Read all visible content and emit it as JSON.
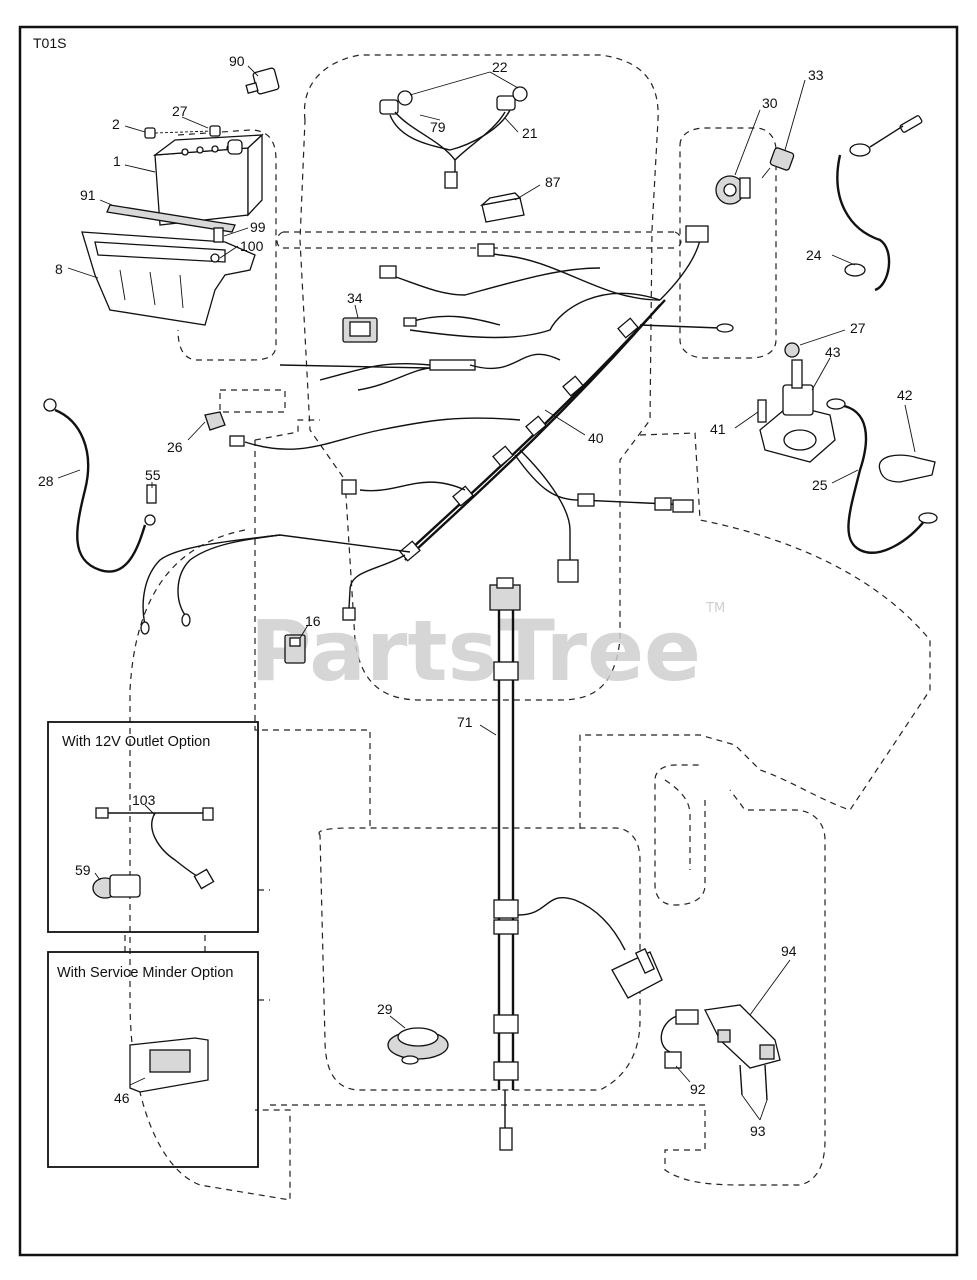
{
  "diagram": {
    "code": "T01S",
    "watermark": "PartsTree",
    "watermark_tm": "TM"
  },
  "callouts": [
    {
      "id": "90",
      "label": "90"
    },
    {
      "id": "22",
      "label": "22"
    },
    {
      "id": "33",
      "label": "33"
    },
    {
      "id": "2",
      "label": "2"
    },
    {
      "id": "27a",
      "label": "27"
    },
    {
      "id": "30",
      "label": "30"
    },
    {
      "id": "79",
      "label": "79"
    },
    {
      "id": "21",
      "label": "21"
    },
    {
      "id": "1",
      "label": "1"
    },
    {
      "id": "87",
      "label": "87"
    },
    {
      "id": "91",
      "label": "91"
    },
    {
      "id": "99",
      "label": "99"
    },
    {
      "id": "100",
      "label": "100"
    },
    {
      "id": "8",
      "label": "8"
    },
    {
      "id": "24",
      "label": "24"
    },
    {
      "id": "34",
      "label": "34"
    },
    {
      "id": "27b",
      "label": "27"
    },
    {
      "id": "43",
      "label": "43"
    },
    {
      "id": "42",
      "label": "42"
    },
    {
      "id": "41",
      "label": "41"
    },
    {
      "id": "40",
      "label": "40"
    },
    {
      "id": "26",
      "label": "26"
    },
    {
      "id": "25",
      "label": "25"
    },
    {
      "id": "28",
      "label": "28"
    },
    {
      "id": "55",
      "label": "55"
    },
    {
      "id": "16",
      "label": "16"
    },
    {
      "id": "71",
      "label": "71"
    },
    {
      "id": "103",
      "label": "103"
    },
    {
      "id": "59",
      "label": "59"
    },
    {
      "id": "94",
      "label": "94"
    },
    {
      "id": "29",
      "label": "29"
    },
    {
      "id": "46",
      "label": "46"
    },
    {
      "id": "92",
      "label": "92"
    },
    {
      "id": "93",
      "label": "93"
    }
  ],
  "option_boxes": {
    "outlet_title": "With 12V Outlet Option",
    "minder_title": "With Service Minder Option"
  },
  "colors": {
    "line": "#111111",
    "watermark": "#cfcfcf",
    "background": "#ffffff"
  }
}
